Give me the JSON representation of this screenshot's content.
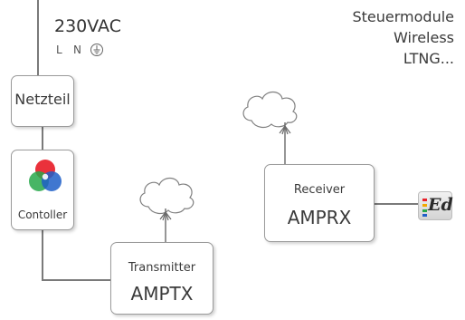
{
  "supply": {
    "voltage": "230VAC",
    "terminals": [
      "L",
      "N"
    ],
    "earth_icon": "earth-ground-icon"
  },
  "title": {
    "line1": "Steuermodule",
    "line2": "Wireless",
    "line3": "LTNG..."
  },
  "power_supply": {
    "label": "Netzteil"
  },
  "controller": {
    "label": "Contoller",
    "icon": "rgb-color-circles-icon"
  },
  "transmitter": {
    "label": "Transmitter",
    "model": "AMPTX",
    "icon": "cloud-antenna-icon"
  },
  "receiver": {
    "label": "Receiver",
    "model": "AMPRX",
    "icon": "cloud-antenna-icon"
  },
  "logo": {
    "text": "Ed",
    "icon": "ed-logo-icon"
  },
  "colors": {
    "line": "#7a7a7a",
    "box_border": "#9a9a9a",
    "text": "#3a3a3a",
    "rgb_red": "#e8202a",
    "rgb_green": "#27a84a",
    "rgb_blue": "#1f5fc8"
  }
}
